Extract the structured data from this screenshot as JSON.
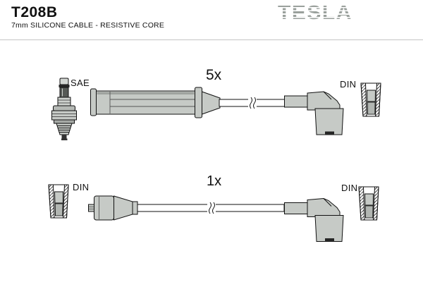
{
  "header": {
    "part_number": "T208B",
    "subtitle": "7mm SILICONE CABLE - RESISTIVE CORE",
    "brand_logo": "TESLA"
  },
  "diagram": {
    "top_cable": {
      "quantity": "5x",
      "left_end": "SAE",
      "right_end": "DIN"
    },
    "bottom_cable": {
      "quantity": "1x",
      "left_end": "DIN",
      "right_end": "DIN"
    }
  },
  "icons": {
    "spark_plug": "spark-plug-drawing",
    "din_socket": "din-socket-cross-section-drawing",
    "straight_boot": "straight-boot-drawing",
    "elbow_boot": "elbow-boot-drawing",
    "wire_break": "wire-break-symbol"
  },
  "colors": {
    "boot_gray": "#c6cac6",
    "logo_gray": "#9aa09c",
    "line": "#111111",
    "divider": "#c4c4c4"
  }
}
